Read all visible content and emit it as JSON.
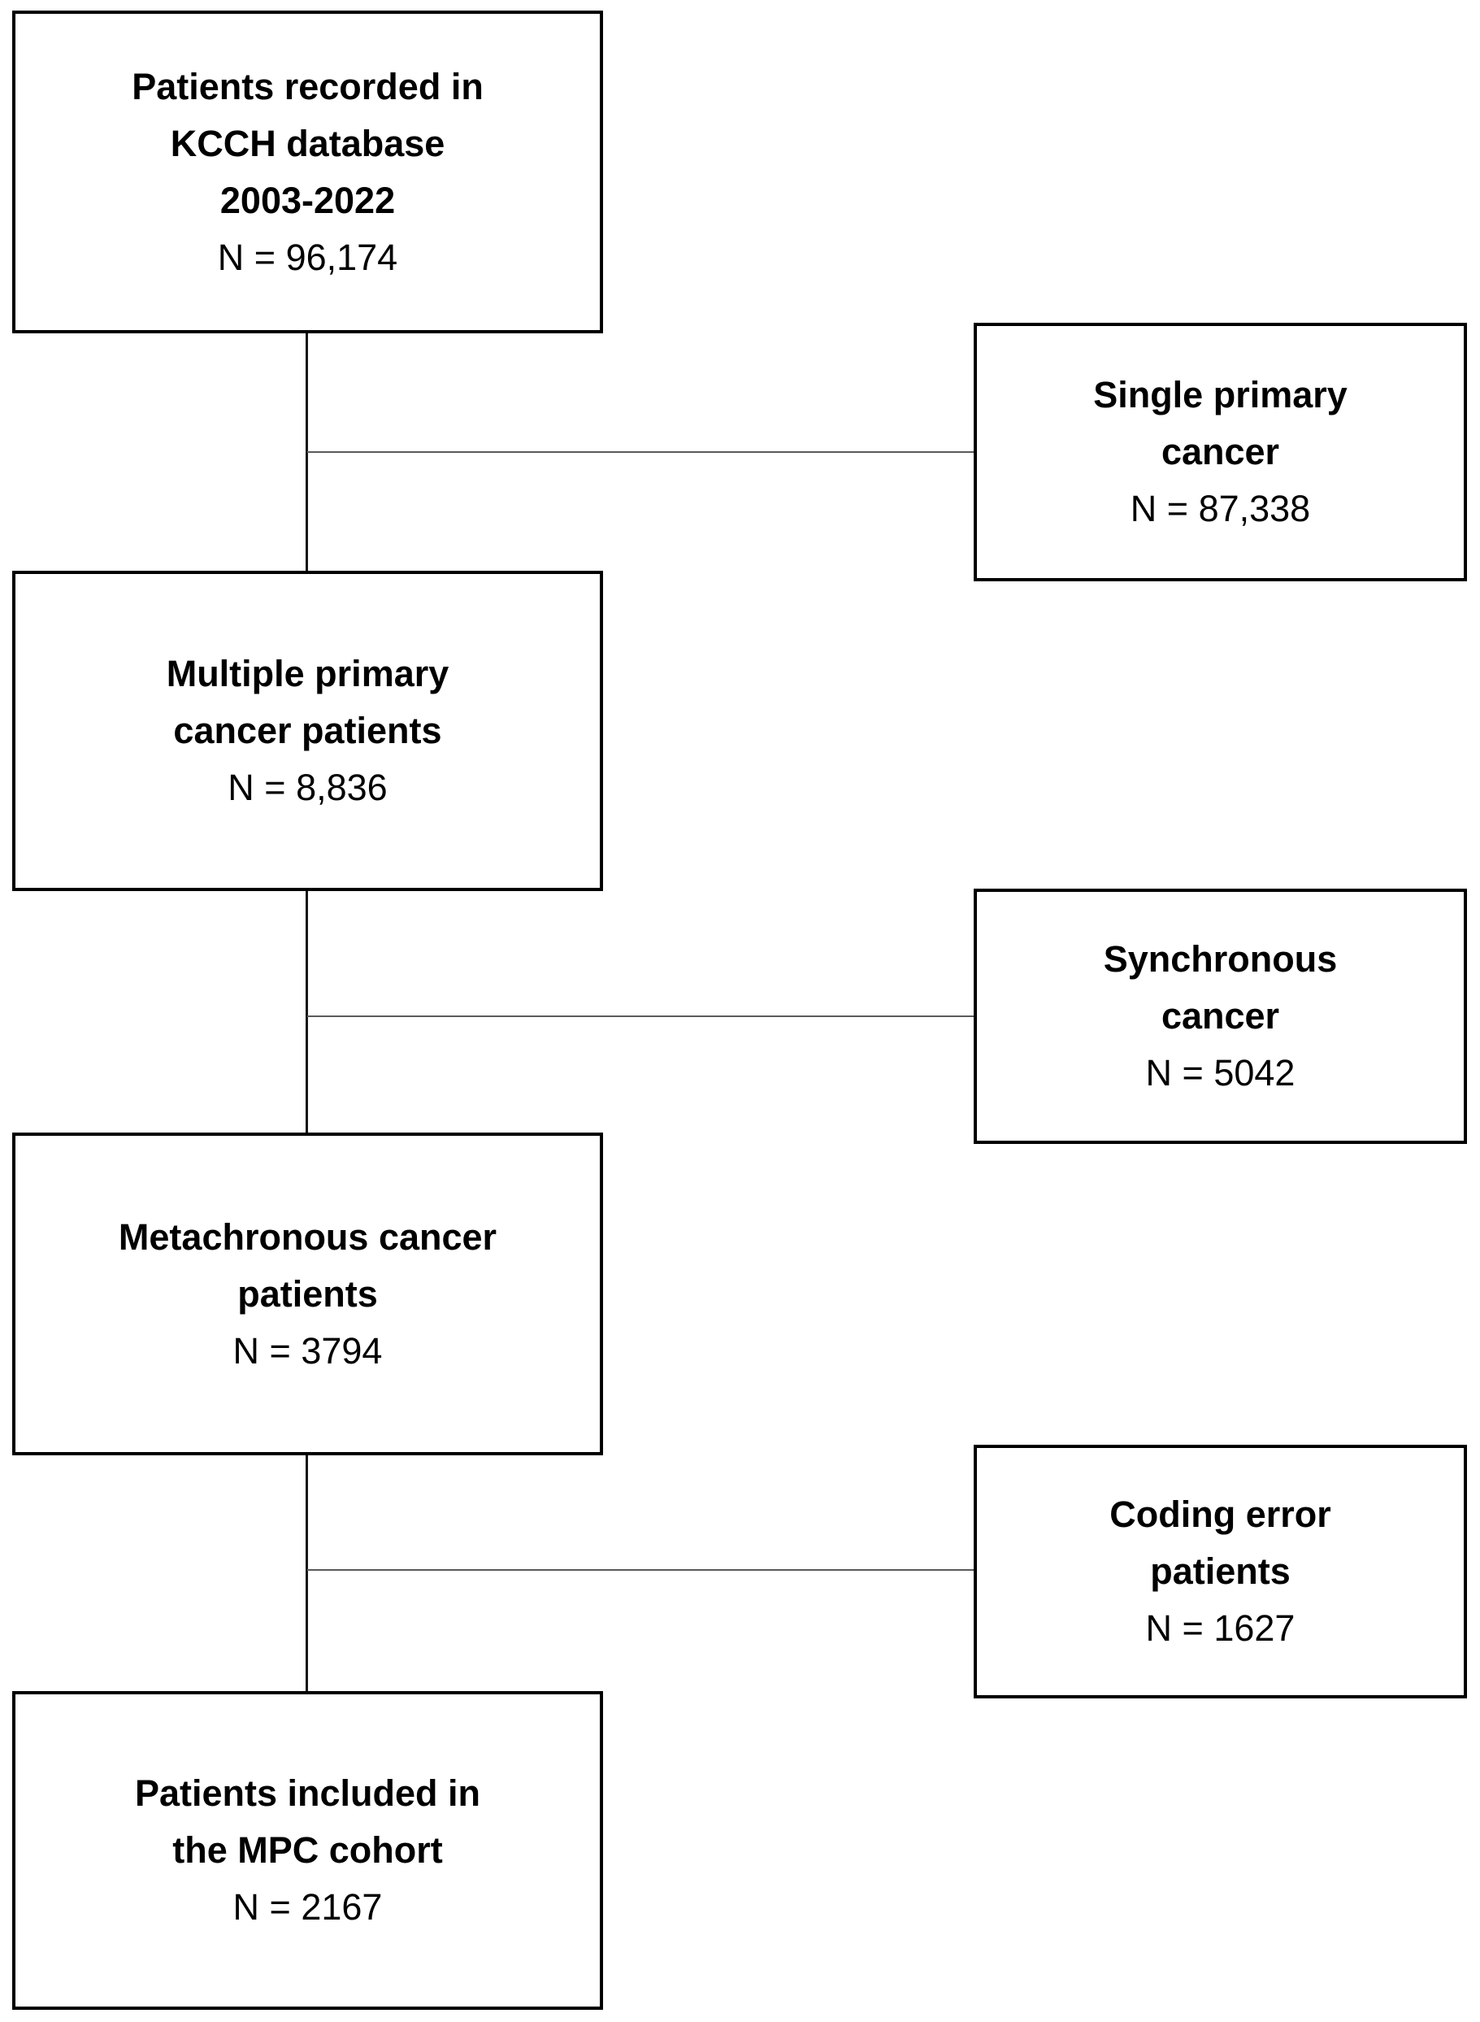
{
  "diagram": {
    "type": "flowchart",
    "nodes": {
      "recorded": {
        "title": "Patients recorded in\nKCCH database\n2003-2022",
        "count": "N = 96,174"
      },
      "single": {
        "title": "Single primary\ncancer",
        "count": "N = 87,338"
      },
      "multiple": {
        "title": "Multiple primary\ncancer patients",
        "count": "N = 8,836"
      },
      "synchronous": {
        "title": "Synchronous\ncancer",
        "count": "N = 5042"
      },
      "metachronous": {
        "title": "Metachronous cancer\npatients",
        "count": "N = 3794"
      },
      "coding_error": {
        "title": "Coding error\npatients",
        "count": "N = 1627"
      },
      "mpc_cohort": {
        "title": "Patients included in\nthe MPC cohort",
        "count": "N = 2167"
      }
    },
    "edges": [
      {
        "from": "recorded",
        "to": "multiple",
        "kind": "main-flow"
      },
      {
        "from": "recorded",
        "to": "single",
        "kind": "exclusion-branch"
      },
      {
        "from": "multiple",
        "to": "metachronous",
        "kind": "main-flow"
      },
      {
        "from": "multiple",
        "to": "synchronous",
        "kind": "exclusion-branch"
      },
      {
        "from": "metachronous",
        "to": "mpc_cohort",
        "kind": "main-flow"
      },
      {
        "from": "metachronous",
        "to": "coding_error",
        "kind": "exclusion-branch"
      }
    ],
    "colors": {
      "background": "#ffffff",
      "box_border": "#000000",
      "text": "#000000",
      "main_connector": "#141414",
      "branch_connector": "#5a5a5a"
    }
  }
}
